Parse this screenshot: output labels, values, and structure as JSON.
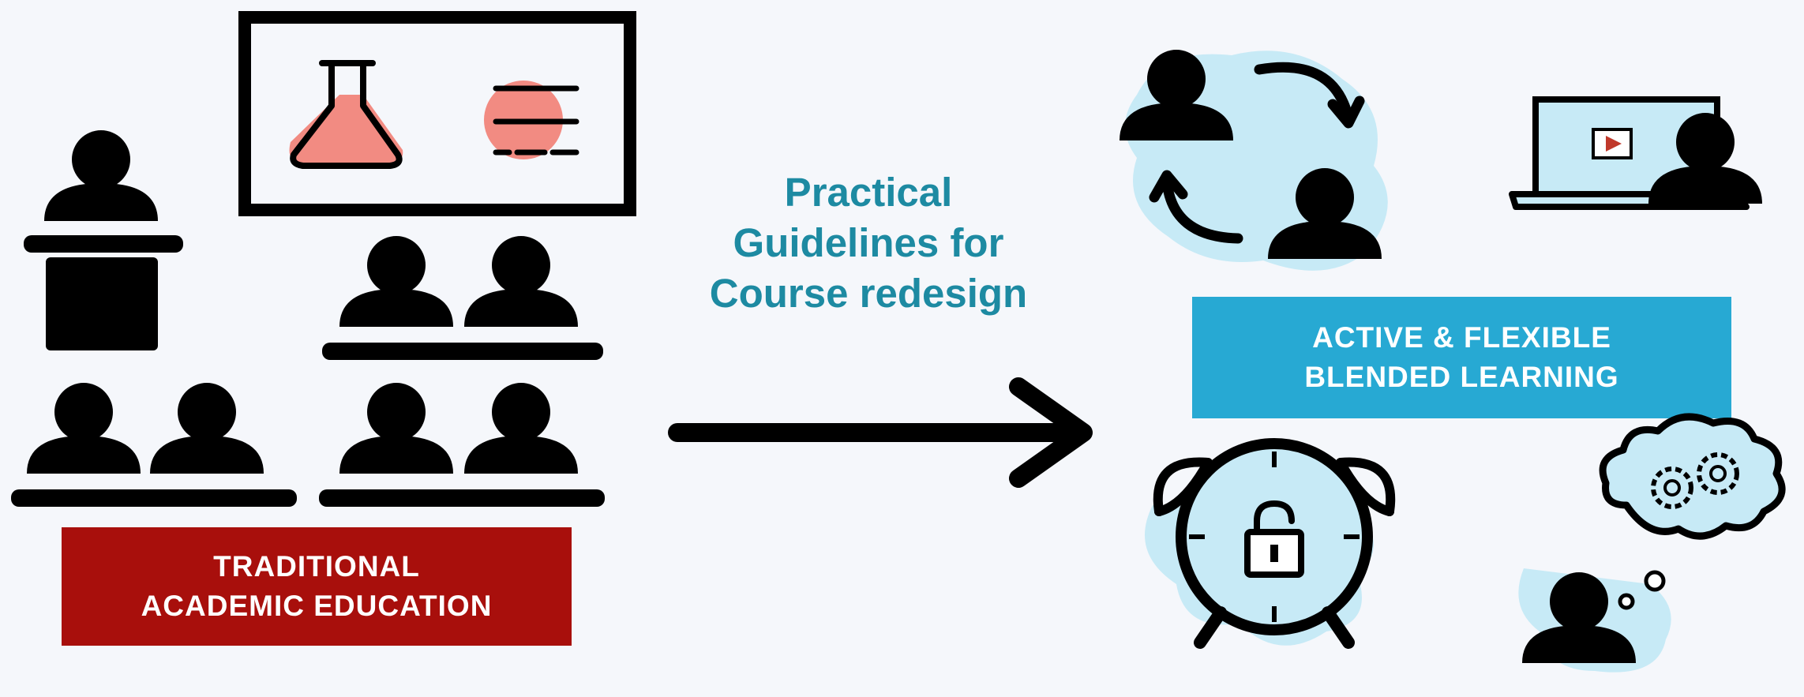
{
  "colors": {
    "background": "#f5f7fb",
    "icon": "#000000",
    "traditional_box": "#a80f0c",
    "active_box": "#27a9d3",
    "title_text": "#1d8aa2",
    "accent_red": "#f28b82",
    "cloud_blue": "#c7eaf6",
    "play_red": "#c0392b"
  },
  "left": {
    "label_line1": "TRADITIONAL",
    "label_line2": "ACADEMIC EDUCATION"
  },
  "center": {
    "title_line1": "Practical",
    "title_line2": "Guidelines for",
    "title_line3": "Course redesign"
  },
  "right": {
    "label_line1": "ACTIVE & FLEXIBLE",
    "label_line2": "BLENDED LEARNING"
  },
  "icons": [
    "lecturer-icon",
    "podium-icon",
    "blackboard-icon",
    "flask-icon",
    "document-icon",
    "student-icon",
    "arrow-right-icon",
    "peer-exchange-icon",
    "cycle-arrows-icon",
    "laptop-video-icon",
    "play-icon",
    "alarm-clock-icon",
    "padlock-icon",
    "thinking-cloud-icon",
    "gears-icon"
  ]
}
